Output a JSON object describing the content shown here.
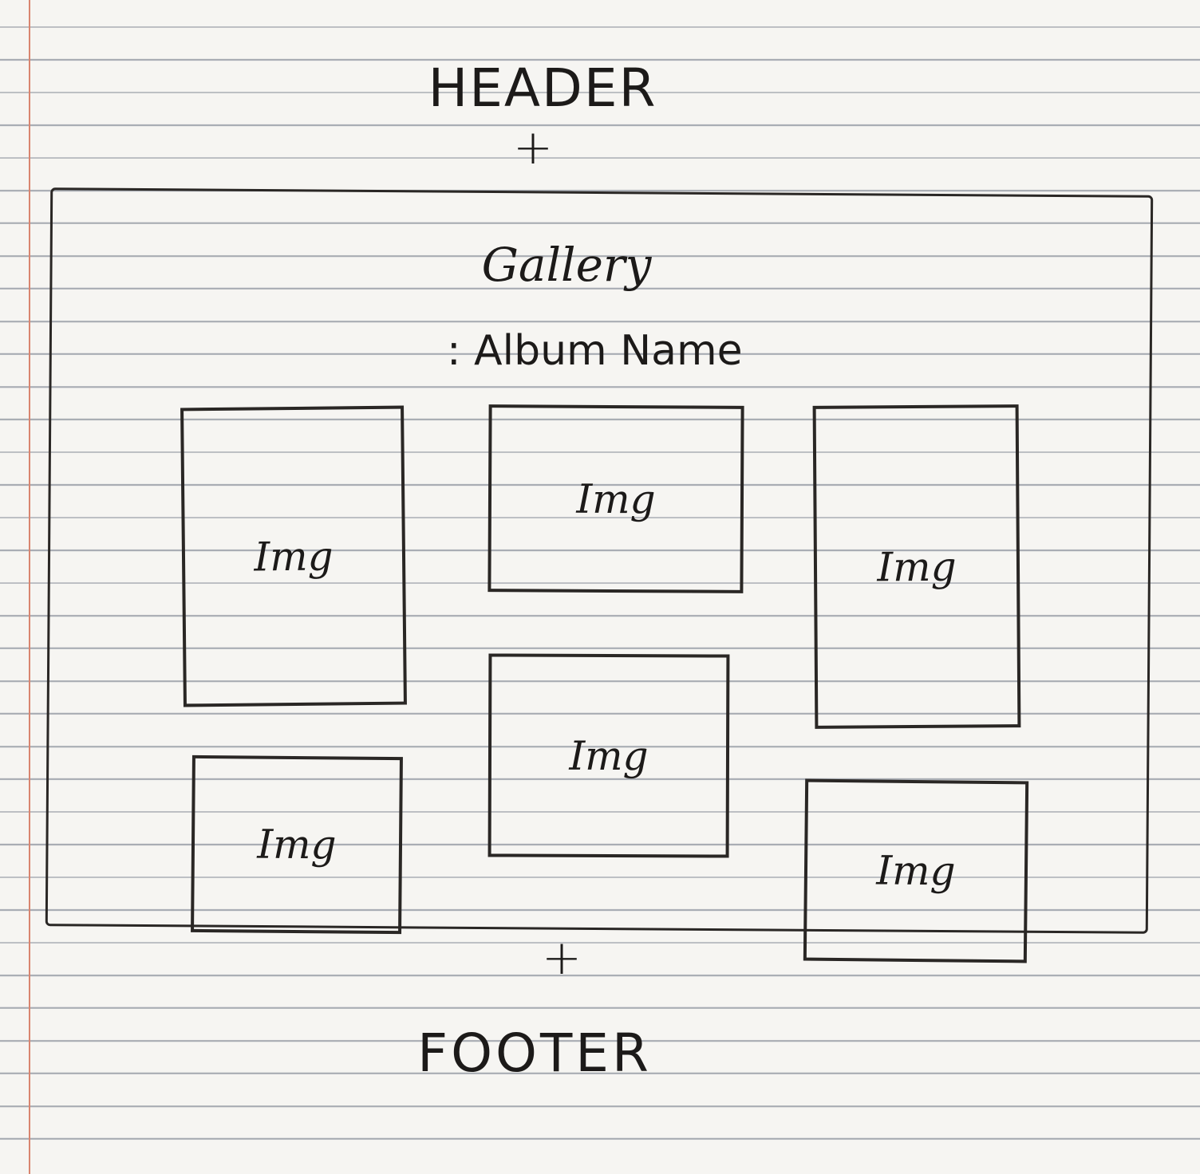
{
  "header": {
    "label": "HEADER",
    "plus": "+"
  },
  "gallery": {
    "title": "Gallery",
    "album_name": ": Album Name"
  },
  "images": [
    {
      "label": "Img"
    },
    {
      "label": "Img"
    },
    {
      "label": "Img"
    },
    {
      "label": "Img"
    },
    {
      "label": "Img"
    },
    {
      "label": "Img"
    }
  ],
  "footer": {
    "label": "FOOTER",
    "plus": "+"
  },
  "colors": {
    "ink": "#1c1a19",
    "paper": "#f6f5f2",
    "rule": "#a8acb3",
    "margin": "#d9856f"
  }
}
